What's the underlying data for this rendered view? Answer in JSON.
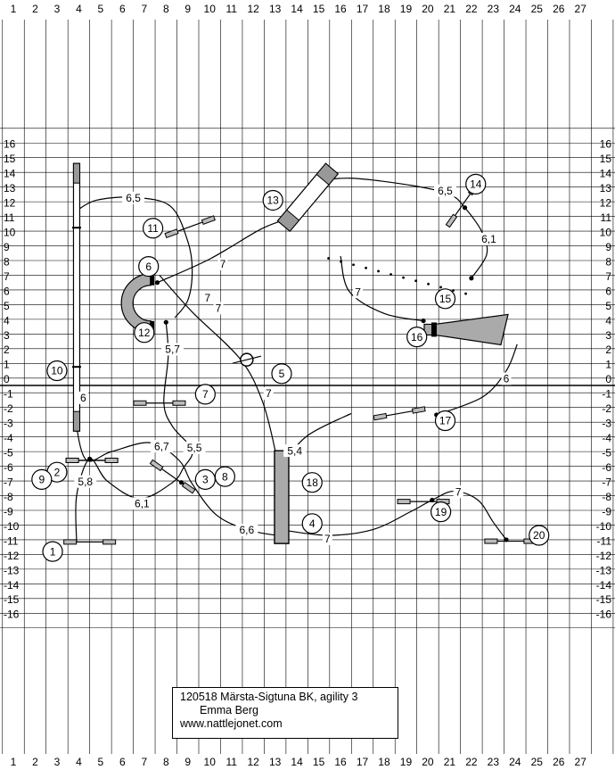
{
  "grid": {
    "x_labels": [
      "1",
      "2",
      "3",
      "4",
      "5",
      "6",
      "7",
      "8",
      "9",
      "10",
      "11",
      "12",
      "13",
      "14",
      "15",
      "16",
      "17",
      "18",
      "19",
      "20",
      "21",
      "22",
      "23",
      "24",
      "25",
      "26",
      "27"
    ],
    "y_labels": [
      "16",
      "15",
      "14",
      "13",
      "12",
      "11",
      "10",
      "9",
      "8",
      "7",
      "6",
      "5",
      "4",
      "3",
      "2",
      "1",
      "0",
      "-1",
      "-2",
      "-3",
      "-4",
      "-5",
      "-6",
      "-7",
      "-8",
      "-9",
      "-10",
      "-11",
      "-12",
      "-13",
      "-14",
      "-15",
      "-16"
    ]
  },
  "obstacles": [
    {
      "number": "1",
      "kind": "jump",
      "gx": 4.5,
      "gy": -10.65,
      "angle": 0,
      "lgx": 2.8,
      "lgy": -11.3
    },
    {
      "number": "2",
      "kind": "jump",
      "gx": 4.6,
      "gy": -5.1,
      "angle": 0,
      "lgx": 3.0,
      "lgy": -5.9
    },
    {
      "number": "3",
      "kind": "jump",
      "gx": 8.3,
      "gy": -6.2,
      "angle": 35,
      "lgx": 9.8,
      "lgy": -6.4
    },
    {
      "number": "4",
      "kind": "table-end",
      "gx": 13.3,
      "gy": -9.9,
      "angle": 0,
      "lgx": 14.7,
      "lgy": -9.4
    },
    {
      "number": "5",
      "kind": "tyre",
      "gx": 11.7,
      "gy": 1.75,
      "angle": 0,
      "lgx": 13.3,
      "lgy": 0.8
    },
    {
      "number": "6",
      "kind": "tunnel-curved",
      "gx": 7.3,
      "gy": 5.6,
      "angle": 0,
      "lgx": 7.2,
      "lgy": 8.1
    },
    {
      "number": "7",
      "kind": "jump",
      "gx": 7.7,
      "gy": -1.2,
      "angle": 0,
      "lgx": 9.8,
      "lgy": -0.6
    },
    {
      "number": "8",
      "kind": "jump-wing",
      "gx": 8.3,
      "gy": -6.2,
      "angle": 0,
      "lgx": 10.7,
      "lgy": -6.2
    },
    {
      "number": "9",
      "kind": "jump",
      "gx": 4.6,
      "gy": -5.1,
      "angle": 0,
      "lgx": 2.3,
      "lgy": -6.4
    },
    {
      "number": "10",
      "kind": "dogwalk",
      "gx": 3.9,
      "gy": 6.0,
      "angle": 90,
      "lgx": 3.0,
      "lgy": 1.0
    },
    {
      "number": "11",
      "kind": "jump",
      "gx": 9.1,
      "gy": 10.8,
      "angle": -20,
      "lgx": 7.4,
      "lgy": 10.7
    },
    {
      "number": "12",
      "kind": "tunnel-curved-end",
      "gx": 7.5,
      "gy": 4.3,
      "angle": 0,
      "lgx": 7.0,
      "lgy": 3.6
    },
    {
      "number": "13",
      "kind": "seesaw",
      "gx": 14.5,
      "gy": 12.8,
      "angle": -50,
      "lgx": 12.9,
      "lgy": 12.6
    },
    {
      "number": "14",
      "kind": "jump",
      "gx": 21.6,
      "gy": 12.3,
      "angle": -55,
      "lgx": 22.2,
      "lgy": 13.7
    },
    {
      "number": "15",
      "kind": "slalom",
      "gx": 18.8,
      "gy": 7.8,
      "angle": 0,
      "lgx": 20.8,
      "lgy": 5.9
    },
    {
      "number": "16",
      "kind": "tunnel-chute",
      "gx": 21.8,
      "gy": 3.8,
      "angle": 0,
      "lgx": 19.5,
      "lgy": 3.3
    },
    {
      "number": "17",
      "kind": "jump",
      "gx": 18.7,
      "gy": -1.9,
      "angle": -10,
      "lgx": 20.8,
      "lgy": -2.4
    },
    {
      "number": "18",
      "kind": "table",
      "gx": 13.3,
      "gy": -7.6,
      "angle": 0,
      "lgx": 14.7,
      "lgy": -6.6
    },
    {
      "number": "19",
      "kind": "jump",
      "gx": 19.8,
      "gy": -7.9,
      "angle": 0,
      "lgx": 20.6,
      "lgy": -8.6
    },
    {
      "number": "20",
      "kind": "jump",
      "gx": 23.8,
      "gy": -10.6,
      "angle": 0,
      "lgx": 25.1,
      "lgy": -10.2
    }
  ],
  "distances": [
    {
      "text": "6,5",
      "gx": 6.5,
      "gy": 12.7
    },
    {
      "text": "7",
      "gx": 10.6,
      "gy": 8.2
    },
    {
      "text": "7",
      "gx": 9.9,
      "gy": 5.9
    },
    {
      "text": "7",
      "gx": 10.4,
      "gy": 5.2
    },
    {
      "text": "5,7",
      "gx": 8.3,
      "gy": 2.4
    },
    {
      "text": "7",
      "gx": 12.7,
      "gy": -0.6
    },
    {
      "text": "6",
      "gx": 4.2,
      "gy": -0.9
    },
    {
      "text": "6,5",
      "gx": 20.8,
      "gy": 13.2
    },
    {
      "text": "6,1",
      "gx": 22.8,
      "gy": 9.9
    },
    {
      "text": "7",
      "gx": 16.8,
      "gy": 6.3
    },
    {
      "text": "6",
      "gx": 23.6,
      "gy": 0.4
    },
    {
      "text": "5,4",
      "gx": 13.9,
      "gy": -4.5
    },
    {
      "text": "6,7",
      "gx": 7.8,
      "gy": -4.2
    },
    {
      "text": "5,5",
      "gx": 9.3,
      "gy": -4.3
    },
    {
      "text": "5,8",
      "gx": 4.3,
      "gy": -6.6
    },
    {
      "text": "6,1",
      "gx": 6.9,
      "gy": -8.1
    },
    {
      "text": "6,6",
      "gx": 11.7,
      "gy": -9.9
    },
    {
      "text": "7",
      "gx": 15.4,
      "gy": -10.5
    },
    {
      "text": "7",
      "gx": 21.4,
      "gy": -7.3
    }
  ],
  "path": [
    [
      3.9,
      -10.7
    ],
    [
      3.9,
      -7.5
    ],
    [
      4.5,
      -5.0
    ],
    [
      5.3,
      -6.5
    ],
    [
      6.8,
      -7.7
    ],
    [
      8.3,
      -6.6
    ],
    [
      8.8,
      -5.6
    ],
    [
      9.2,
      -4.4
    ],
    [
      8.3,
      -2.8
    ],
    [
      7.9,
      -1.2
    ],
    [
      8.1,
      2.0
    ],
    [
      8.0,
      4.3
    ],
    null,
    [
      8.4,
      4.6
    ],
    [
      9.0,
      5.8
    ],
    [
      9.2,
      7.8
    ],
    [
      9.0,
      9.8
    ],
    [
      8.2,
      12.2
    ],
    [
      6.5,
      12.8
    ],
    [
      4.8,
      12.6
    ],
    [
      3.9,
      11.9
    ],
    null,
    [
      3.9,
      1.0
    ],
    [
      3.8,
      -1.5
    ],
    [
      4.3,
      -5.0
    ],
    [
      5.5,
      -4.5
    ],
    [
      7.3,
      -3.9
    ],
    [
      8.6,
      -5.1
    ],
    [
      9.2,
      -6.7
    ],
    [
      10.3,
      -8.8
    ],
    [
      11.7,
      -9.8
    ],
    [
      13.2,
      -10.2
    ],
    [
      13.3,
      -9.9
    ],
    null,
    [
      7.6,
      7.0
    ],
    [
      10.0,
      8.6
    ],
    [
      12.3,
      10.6
    ],
    [
      13.5,
      11.3
    ],
    null,
    [
      14.8,
      13.9
    ],
    [
      16.5,
      14.1
    ],
    [
      19.3,
      13.6
    ],
    [
      21.0,
      13.0
    ],
    [
      21.7,
      12.1
    ],
    [
      22.5,
      10.4
    ],
    [
      22.7,
      8.9
    ],
    [
      22.0,
      7.3
    ],
    null,
    [
      16.0,
      8.8
    ],
    [
      16.4,
      6.4
    ],
    [
      18.0,
      4.9
    ],
    [
      19.8,
      4.4
    ],
    null,
    [
      24.1,
      2.8
    ],
    [
      23.6,
      1.0
    ],
    [
      22.5,
      -0.8
    ],
    [
      20.4,
      -2.0
    ],
    null,
    [
      16.5,
      -1.9
    ],
    [
      14.5,
      -3.4
    ],
    [
      13.4,
      -5.3
    ],
    [
      13.2,
      -6.4
    ],
    null,
    [
      7.7,
      7.5
    ],
    [
      9.2,
      5.0
    ],
    [
      11.4,
      1.8
    ],
    [
      12.4,
      -1.0
    ],
    [
      13.0,
      -4.4
    ],
    [
      13.2,
      -6.5
    ],
    null,
    [
      13.6,
      -9.9
    ],
    [
      15.5,
      -10.2
    ],
    [
      17.5,
      -9.8
    ],
    [
      19.2,
      -8.6
    ],
    [
      20.2,
      -7.8
    ],
    [
      21.2,
      -7.2
    ],
    [
      22.3,
      -7.8
    ],
    [
      23.0,
      -9.3
    ],
    [
      23.6,
      -10.5
    ]
  ],
  "arrow_tips": [
    [
      4.5,
      -5.0
    ],
    [
      8.7,
      -6.6
    ],
    [
      8.0,
      4.3
    ],
    [
      3.9,
      1.0
    ],
    [
      13.3,
      -9.9
    ],
    [
      7.6,
      7.0
    ],
    [
      13.5,
      11.3
    ],
    [
      21.7,
      12.1
    ],
    [
      22.0,
      7.3
    ],
    [
      19.8,
      4.4
    ],
    [
      20.4,
      -2.0
    ],
    [
      13.2,
      -6.4
    ],
    [
      20.2,
      -7.8
    ],
    [
      23.6,
      -10.5
    ]
  ],
  "info": {
    "line1": "120518 Märsta-Sigtuna BK, agility 3",
    "line2": "Emma Berg",
    "line3": "www.nattlejonet.com"
  }
}
